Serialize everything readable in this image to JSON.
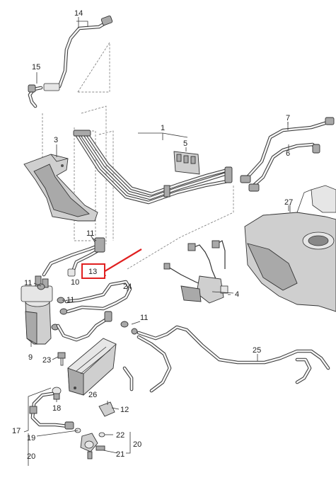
{
  "diagram": {
    "callouts": [
      {
        "id": "c14",
        "text": "14"
      },
      {
        "id": "c15",
        "text": "15"
      },
      {
        "id": "c3",
        "text": "3"
      },
      {
        "id": "c1",
        "text": "1"
      },
      {
        "id": "c5",
        "text": "5"
      },
      {
        "id": "c7",
        "text": "7"
      },
      {
        "id": "c6",
        "text": "6"
      },
      {
        "id": "c27",
        "text": "27"
      },
      {
        "id": "c11a",
        "text": "11"
      },
      {
        "id": "c10",
        "text": "10"
      },
      {
        "id": "c11b",
        "text": "11"
      },
      {
        "id": "c11c",
        "text": "11"
      },
      {
        "id": "c13",
        "text": "13"
      },
      {
        "id": "c24",
        "text": "24"
      },
      {
        "id": "c11d",
        "text": "11"
      },
      {
        "id": "c4",
        "text": "4"
      },
      {
        "id": "c9",
        "text": "9"
      },
      {
        "id": "c23",
        "text": "23"
      },
      {
        "id": "c25",
        "text": "25"
      },
      {
        "id": "c18",
        "text": "18"
      },
      {
        "id": "c26",
        "text": "26"
      },
      {
        "id": "c12",
        "text": "12"
      },
      {
        "id": "c17",
        "text": "17"
      },
      {
        "id": "c19",
        "text": "19"
      },
      {
        "id": "c22",
        "text": "22"
      },
      {
        "id": "c20a",
        "text": "20"
      },
      {
        "id": "c21",
        "text": "21"
      },
      {
        "id": "c20b",
        "text": "20"
      }
    ],
    "highlight": {
      "label": "13",
      "color": "#e02020"
    },
    "colors": {
      "line": "#333333",
      "part_fill": "#cfcfcf",
      "part_dark": "#a9a9a9",
      "highlight": "#e02020"
    }
  }
}
